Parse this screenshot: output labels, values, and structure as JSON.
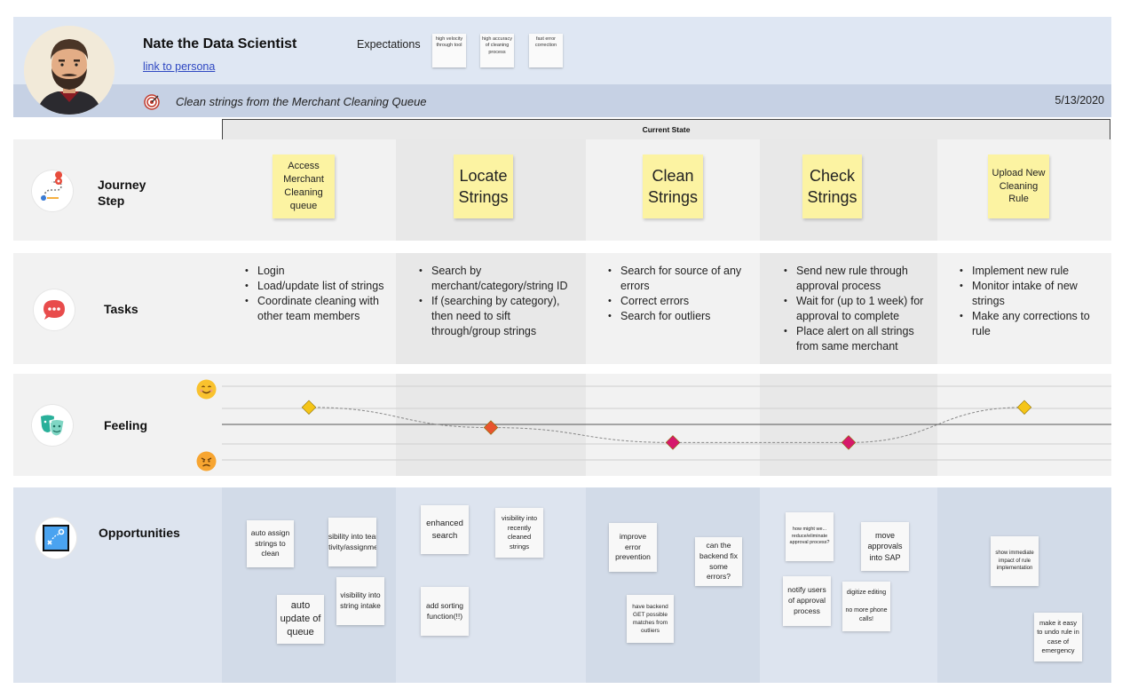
{
  "persona": {
    "name": "Nate the Data Scientist",
    "link_label": "link to persona"
  },
  "expectations": {
    "label": "Expectations",
    "notes": [
      "high velocity through tool",
      "high accuracy of cleaning process",
      "fast error correction"
    ]
  },
  "scenario": {
    "text": "Clean strings from the Merchant Cleaning Queue",
    "date": "5/13/2020"
  },
  "stage_label": "Current State",
  "rows": {
    "journey": "Journey Step",
    "tasks": "Tasks",
    "feeling": "Feeling",
    "opportunities": "Opportunities"
  },
  "steps": [
    "Access Merchant Cleaning queue",
    "Locate Strings",
    "Clean Strings",
    "Check Strings",
    "Upload New Cleaning Rule"
  ],
  "tasks": [
    [
      "Login",
      "Load/update list of strings",
      "Coordinate cleaning with other team members"
    ],
    [
      "Search by merchant/category/string ID",
      "If (searching by category), then need to sift through/group strings"
    ],
    [
      "Search for source of any errors",
      "Correct errors",
      "Search for outliers"
    ],
    [
      "Send new rule through approval process",
      "Wait for (up to 1 week) for approval to complete",
      "Place alert on all strings from same merchant"
    ],
    [
      "Implement new rule",
      "Monitor intake of new strings",
      "Make any corrections to rule"
    ]
  ],
  "feelings": {
    "scale_top": "happy",
    "scale_bottom": "frustrated",
    "levels": [
      0.78,
      0.55,
      0.38,
      0.38,
      0.78
    ],
    "marker_colors": [
      "#f5c518",
      "#e8542e",
      "#d6196b",
      "#d6196b",
      "#f5c518"
    ]
  },
  "opportunities": [
    "auto assign strings to clean",
    "visibility into team activity/assignment",
    "auto update of queue",
    "visibility into string intake",
    "enhanced search",
    "visibility into recently cleaned strings",
    "add sorting function(!!)",
    "improve error prevention",
    "can the backend fix some errors?",
    "have backend GET possible matches from outliers",
    "how might we... reduce/eliminate approval process?",
    "move approvals into SAP",
    "notify users of approval process",
    "digitize editing\n\nno more phone calls!",
    "show immediate impact of rule implementation",
    "make it easy to undo rule in case of emergency"
  ]
}
